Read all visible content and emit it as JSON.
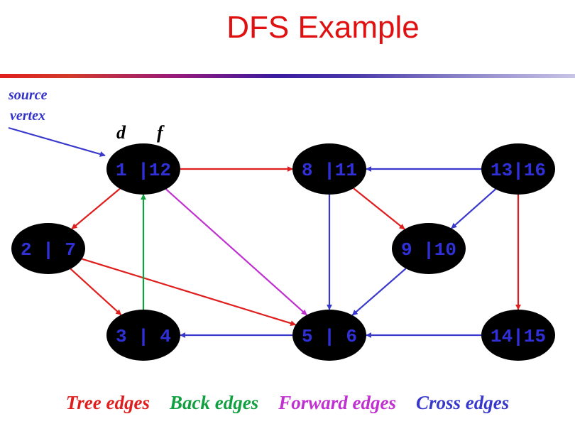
{
  "title": "DFS Example",
  "source_label": {
    "line1": "source",
    "line2": "vertex"
  },
  "header_labels": {
    "d": "d",
    "f": "f"
  },
  "colors": {
    "tree": "#e01e1e",
    "back": "#10a040",
    "forward": "#c030d0",
    "cross": "#3838cc",
    "node_fill": "#000000",
    "node_text": "#3030d8"
  },
  "nodes": [
    {
      "id": "a",
      "label": "1 |12"
    },
    {
      "id": "b",
      "label": "8 |11"
    },
    {
      "id": "c",
      "label": "13|16"
    },
    {
      "id": "d",
      "label": "2 | 7"
    },
    {
      "id": "e",
      "label": "9 |10"
    },
    {
      "id": "f",
      "label": "3 | 4"
    },
    {
      "id": "g",
      "label": "5 | 6"
    },
    {
      "id": "h",
      "label": "14|15"
    }
  ],
  "edges": [
    {
      "from": "a",
      "to": "b",
      "type": "tree"
    },
    {
      "from": "a",
      "to": "d",
      "type": "tree"
    },
    {
      "from": "d",
      "to": "f",
      "type": "tree"
    },
    {
      "from": "d",
      "to": "g",
      "type": "tree"
    },
    {
      "from": "b",
      "to": "e",
      "type": "tree"
    },
    {
      "from": "c",
      "to": "h",
      "type": "tree"
    },
    {
      "from": "f",
      "to": "a",
      "type": "back"
    },
    {
      "from": "a",
      "to": "g",
      "type": "forward"
    },
    {
      "from": "c",
      "to": "b",
      "type": "cross"
    },
    {
      "from": "c",
      "to": "e",
      "type": "cross"
    },
    {
      "from": "b",
      "to": "g",
      "type": "cross"
    },
    {
      "from": "e",
      "to": "g",
      "type": "cross"
    },
    {
      "from": "g",
      "to": "f",
      "type": "cross"
    },
    {
      "from": "h",
      "to": "g",
      "type": "cross"
    }
  ],
  "legend": {
    "tree": "Tree edges",
    "back": "Back edges",
    "forward": "Forward edges",
    "cross": "Cross edges"
  }
}
